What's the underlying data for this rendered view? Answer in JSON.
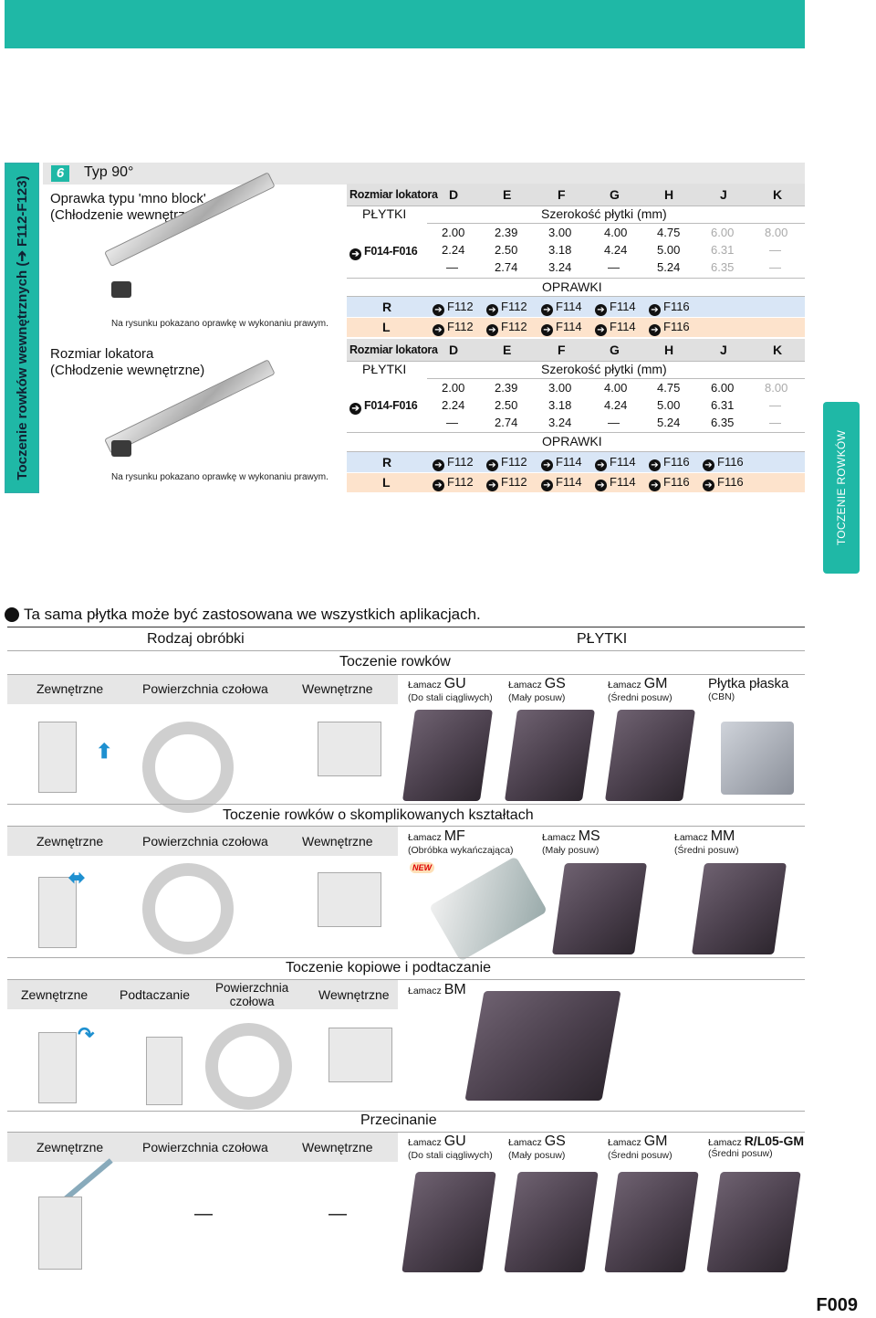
{
  "side_tab": "Toczenie rowków wewnętrznych (➔ F112-F123)",
  "right_tab": "TOCZENIE ROWKÓW",
  "type_num": "6",
  "type_title": "Typ 90°",
  "section1": {
    "title_l1": "Oprawka typu 'mno block'",
    "title_l2": "(Chłodzenie wewnętrzne)",
    "note": "Na rysunku pokazano oprawkę w wykonaniu prawym."
  },
  "section2": {
    "title_l1": "Rozmiar lokatora",
    "title_l2": "(Chłodzenie wewnętrzne)",
    "note": "Na rysunku pokazano oprawkę w wykonaniu prawym."
  },
  "table_common": {
    "loc_label": "Rozmiar lokatora",
    "cols": [
      "D",
      "E",
      "F",
      "G",
      "H",
      "J",
      "K"
    ],
    "plytki": "PŁYTKI",
    "width_label": "Szerokość płytki (mm)",
    "insert_code": "F014-F016",
    "oprawki": "OPRAWKI",
    "R": "R",
    "L": "L",
    "dash": "—"
  },
  "table1": {
    "rows": [
      [
        "2.00",
        "2.39",
        "3.00",
        "4.00",
        "4.75",
        "6.00",
        "8.00"
      ],
      [
        "2.24",
        "2.50",
        "3.18",
        "4.24",
        "5.00",
        "6.31",
        "—"
      ],
      [
        "—",
        "2.74",
        "3.24",
        "—",
        "5.24",
        "6.35",
        "—"
      ]
    ],
    "R": [
      "F112",
      "F112",
      "F114",
      "F114",
      "F116"
    ],
    "L": [
      "F112",
      "F112",
      "F114",
      "F114",
      "F116"
    ]
  },
  "table2": {
    "rows": [
      [
        "2.00",
        "2.39",
        "3.00",
        "4.00",
        "4.75",
        "6.00",
        "8.00"
      ],
      [
        "2.24",
        "2.50",
        "3.18",
        "4.24",
        "5.00",
        "6.31",
        "—"
      ],
      [
        "—",
        "2.74",
        "3.24",
        "—",
        "5.24",
        "6.35",
        "—"
      ]
    ],
    "R": [
      "F112",
      "F112",
      "F114",
      "F114",
      "F116",
      "F116"
    ],
    "L": [
      "F112",
      "F112",
      "F114",
      "F114",
      "F116",
      "F116"
    ]
  },
  "lower": {
    "headline": "Ta sama płytka może być zastosowana we wszystkich aplikacjach.",
    "rodzaj": "Rodzaj obróbki",
    "plytki": "PŁYTKI",
    "zew": "Zewnętrzne",
    "czolowa": "Powierzchnia czołowa",
    "wew": "Wewnętrzne",
    "podtaczanie": "Podtaczanie",
    "czolowa2_l1": "Powierzchnia",
    "czolowa2_l2": "czołowa",
    "lamacz": "Łamacz",
    "s1": {
      "title": "Toczenie rowków",
      "ins": [
        {
          "code": "GU",
          "desc": "(Do stali ciągliwych)"
        },
        {
          "code": "GS",
          "desc": "(Mały posuw)"
        },
        {
          "code": "GM",
          "desc": "(Średni posuw)"
        }
      ],
      "flat": "Płytka płaska",
      "flat_desc": "(CBN)"
    },
    "s2": {
      "title": "Toczenie rowków o skomplikowanych kształtach",
      "ins": [
        {
          "code": "MF",
          "desc": "(Obróbka wykańczająca)"
        },
        {
          "code": "MS",
          "desc": "(Mały posuw)"
        },
        {
          "code": "MM",
          "desc": "(Średni posuw)"
        }
      ],
      "new": "NEW"
    },
    "s3": {
      "title": "Toczenie kopiowe i podtaczanie",
      "ins": [
        {
          "code": "BM"
        }
      ]
    },
    "s4": {
      "title": "Przecinanie",
      "ins": [
        {
          "code": "GU",
          "desc": "(Do stali ciągliwych)"
        },
        {
          "code": "GS",
          "desc": "(Mały posuw)"
        },
        {
          "code": "GM",
          "desc": "(Średni posuw)"
        },
        {
          "code": "R/L05-GM",
          "desc": "(Średni posuw)"
        }
      ],
      "dash": "—"
    }
  },
  "page": "F009",
  "colors": {
    "accent": "#1fb8a6",
    "rowR": "#d9e6f6",
    "rowL": "#fde3cc"
  }
}
